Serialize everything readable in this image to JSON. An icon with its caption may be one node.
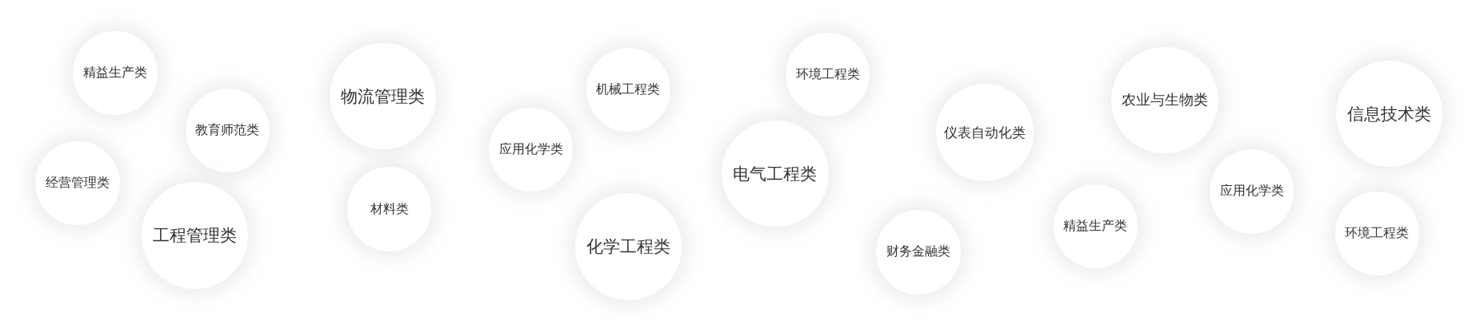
{
  "diagram": {
    "nodes": [
      {
        "text": [
          "精益生产类"
        ]
      },
      {
        "text": [
          "经营管理类"
        ]
      },
      {
        "text": [
          "教育师范类"
        ]
      },
      {
        "text": [
          "工程管理类"
        ]
      },
      {
        "text": [
          "物流管理类"
        ]
      },
      {
        "text": [
          "材料类"
        ]
      },
      {
        "text": [
          "应用化学类"
        ]
      },
      {
        "text": [
          "机械工程类"
        ]
      },
      {
        "text": [
          "化学工程类"
        ]
      },
      {
        "text": [
          "电气工程类"
        ]
      },
      {
        "text": [
          "环境工程类"
        ]
      },
      {
        "text": [
          "财务金融类"
        ]
      },
      {
        "text": [
          "仪表自动化类"
        ]
      },
      {
        "text": [
          "精益生产类"
        ]
      },
      {
        "text": [
          "农业与生物类"
        ]
      },
      {
        "text": [
          "应用化学类"
        ]
      },
      {
        "text": [
          "信息技术类"
        ]
      },
      {
        "text": [
          "环境工程类"
        ]
      }
    ]
  }
}
